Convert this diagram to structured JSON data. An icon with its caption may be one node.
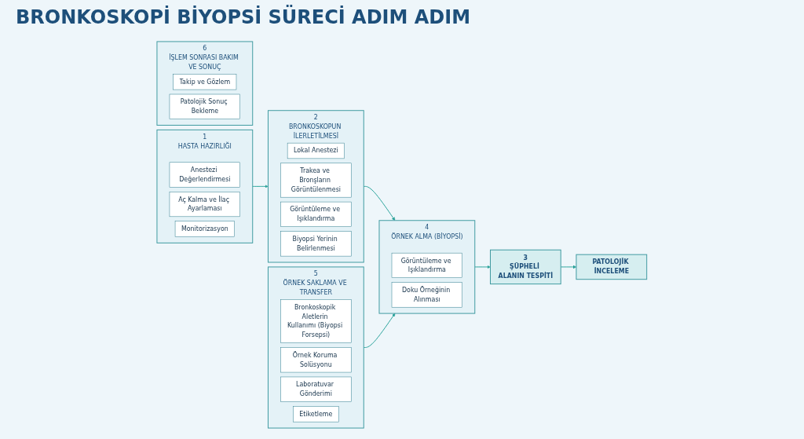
{
  "diagram": {
    "title": "BRONKOSKOPİ BİYOPSİ SÜRECİ ADIM ADIM",
    "nodes": [
      {
        "text": [
          "1",
          "HASTA HAZIRLIĞI"
        ]
      },
      {
        "text": [
          "Anestezi Değerlendirmesi"
        ],
        "in": 0
      },
      {
        "text": [
          "Aç Kalma ve İlaç Ayarlaması"
        ],
        "in": 0
      },
      {
        "text": [
          "Monitorizasyon"
        ],
        "in": 0
      },
      {
        "text": [
          "2",
          "BRONKOSKOPUN İLERLETİLMESİ"
        ]
      },
      {
        "text": [
          "Lokal Anestezi"
        ],
        "in": 4
      },
      {
        "text": [
          "Trakea ve Bronşların Görüntülenmesi"
        ],
        "in": 4
      },
      {
        "text": [
          "Görüntüleme ve Işıklandırma"
        ],
        "in": 4
      },
      {
        "text": [
          "Biyopsi Yerinin Belirlenmesi"
        ],
        "in": 4
      },
      {
        "text": [
          "3",
          "ŞÜPHELİ ALANIN TESPİTİ"
        ]
      },
      {
        "text": [
          "5",
          "ÖRNEK SAKLAMA VE TRANSFER"
        ]
      },
      {
        "text": [
          "Bronkoskopik Aletlerin Kullanımı (Biyopsi Forsepsi)"
        ],
        "in": 10
      },
      {
        "text": [
          "Örnek Koruma Solüsyonu"
        ],
        "in": 10
      },
      {
        "text": [
          "Laboratuvar Gönderimi"
        ],
        "in": 10
      },
      {
        "text": [
          "Etiketleme"
        ],
        "in": 10
      },
      {
        "text": [
          "4",
          "ÖRNEK ALMA (BİYOPSİ)"
        ]
      },
      {
        "text": [
          "Görüntüleme ve Işıklandırma"
        ],
        "in": 15
      },
      {
        "text": [
          "Doku Örneğinin Alınması"
        ],
        "in": 15
      },
      {
        "text": [
          "PATOLOJİK İNCELEME"
        ]
      },
      {
        "text": [
          "6",
          "İŞLEM SONRASI BAKIM VE SONUÇ"
        ]
      },
      {
        "text": [
          "Takip ve Gözlem"
        ],
        "in": 19
      },
      {
        "text": [
          "Patolojik Sonuç Bekleme"
        ],
        "in": 19
      }
    ],
    "edges": [
      {
        "from": 0,
        "to": 4,
        "arrow": "to"
      },
      {
        "from": 4,
        "to": 15,
        "arrow": "to"
      },
      {
        "from": 15,
        "to": 9,
        "arrow": "to"
      },
      {
        "from": 9,
        "to": 18,
        "arrow": "to"
      },
      {
        "from": 10,
        "to": 15,
        "arrow": "to"
      }
    ]
  }
}
